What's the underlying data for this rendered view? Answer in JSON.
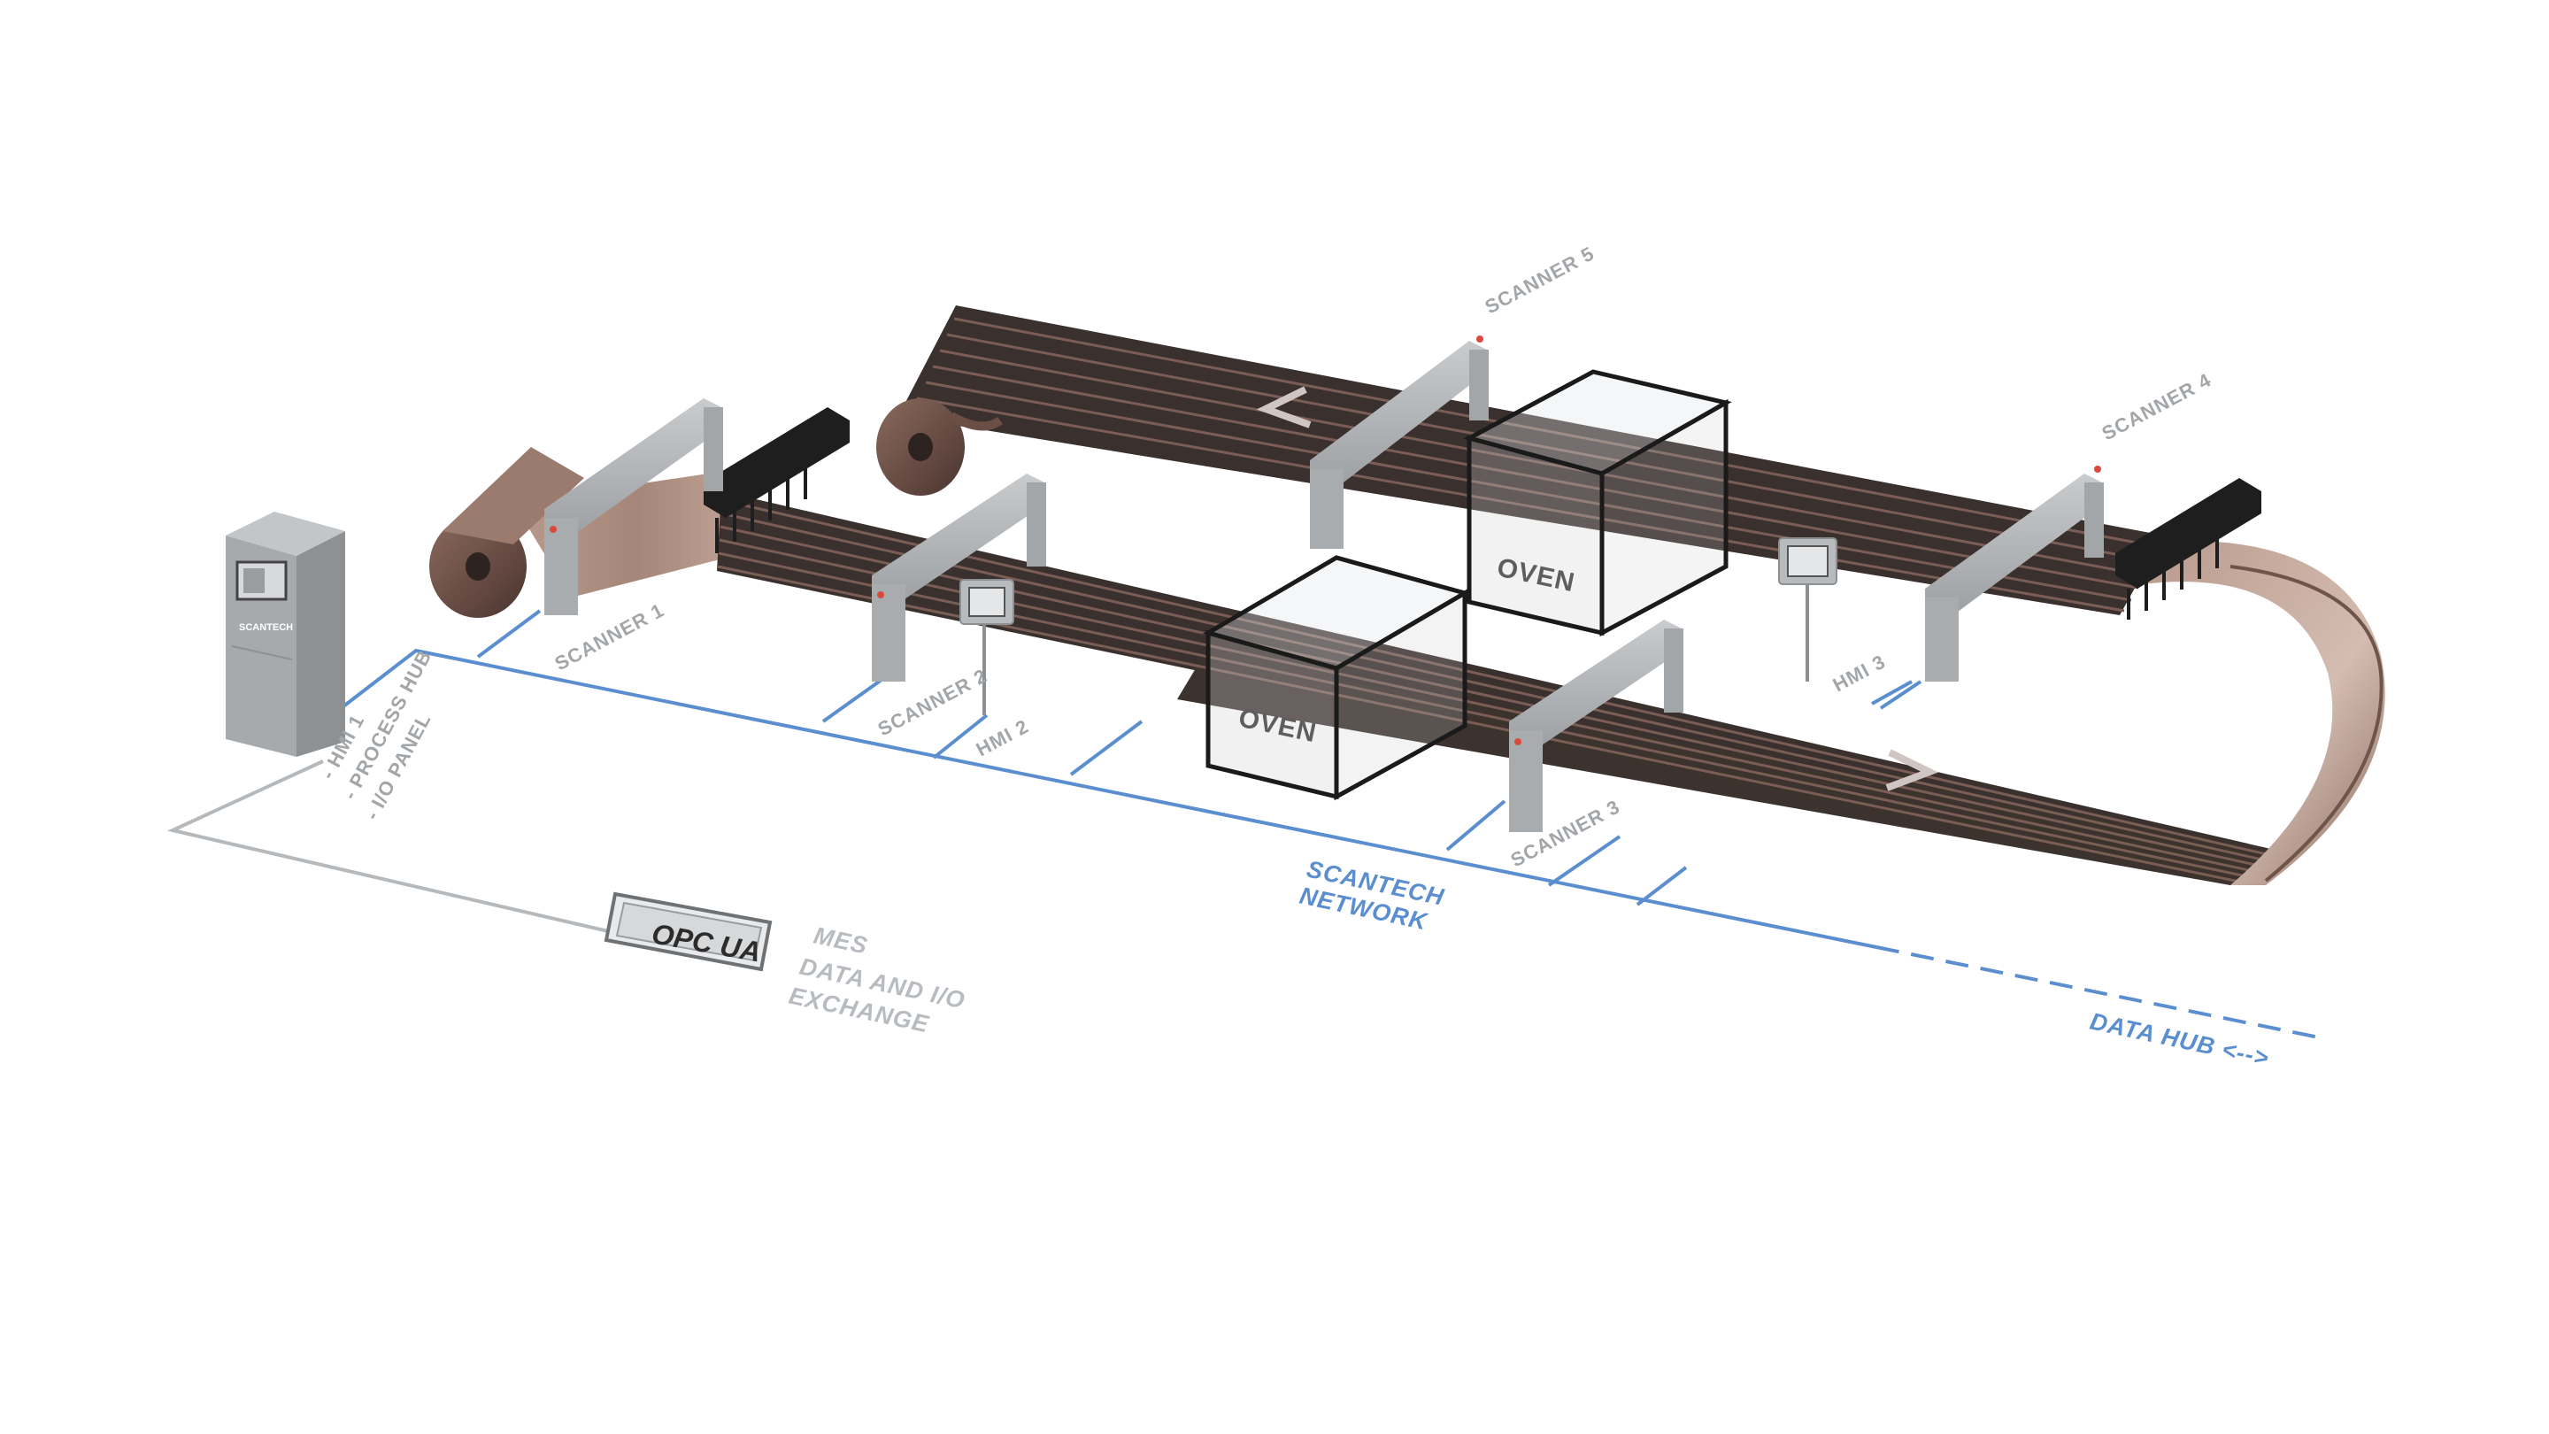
{
  "colors": {
    "network_blue": "#5b8ecf",
    "label_grey": "#a3a6a9",
    "web_dark": "#3a302d",
    "web_copper": "#a07d6e",
    "scanner_frame": "#b4b7ba",
    "cabinet": "#9fa3a6"
  },
  "labels": {
    "scanner_1": "SCANNER 1",
    "scanner_2": "SCANNER 2",
    "scanner_3": "SCANNER 3",
    "scanner_4": "SCANNER 4",
    "scanner_5": "SCANNER 5",
    "hmi_2": "HMI 2",
    "hmi_3": "HMI 3",
    "oven_front": "OVEN",
    "oven_back": "OVEN",
    "cabinet_lines": [
      "- HMI 1",
      "- PROCESS HUB",
      "- I/O PANEL"
    ],
    "cabinet_brand": "SCANTECH",
    "network_lines": [
      "SCANTECH",
      "NETWORK"
    ],
    "opc_badge": "OPC UA",
    "mes_lines": [
      "MES",
      "DATA AND I/O",
      "EXCHANGE"
    ],
    "data_hub": "DATA HUB <-->"
  },
  "icons": {
    "direction_arrow_upper": "chevron-left-icon",
    "direction_arrow_lower": "chevron-right-icon"
  }
}
